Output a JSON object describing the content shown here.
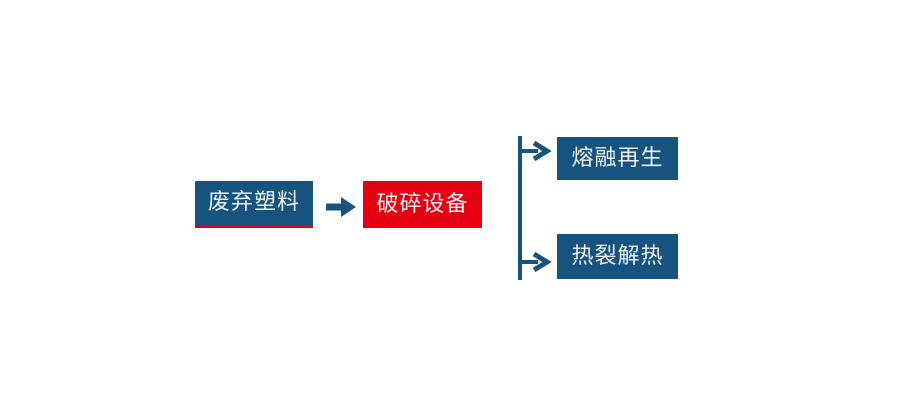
{
  "diagram": {
    "type": "flowchart",
    "background": "#ffffff",
    "colors": {
      "primary_blue": "#16537e",
      "accent_red": "#e60012",
      "box_text": "#eef2f5"
    },
    "nodes": [
      {
        "id": "waste-plastic",
        "label": "废弃塑料",
        "style": "blue-box-red-underline"
      },
      {
        "id": "crushing-equipment",
        "label": "破碎设备",
        "style": "red-box"
      },
      {
        "id": "melt-regeneration",
        "label": "熔融再生",
        "style": "blue-box"
      },
      {
        "id": "pyrolysis",
        "label": "热裂解热",
        "style": "blue-box"
      }
    ],
    "connectors": [
      {
        "from": "waste-plastic",
        "to": "crushing-equipment",
        "type": "right-arrow"
      },
      {
        "from": "crushing-equipment",
        "to": "melt-regeneration",
        "type": "branch-right-arrow"
      },
      {
        "from": "crushing-equipment",
        "to": "pyrolysis",
        "type": "branch-right-arrow"
      }
    ]
  }
}
